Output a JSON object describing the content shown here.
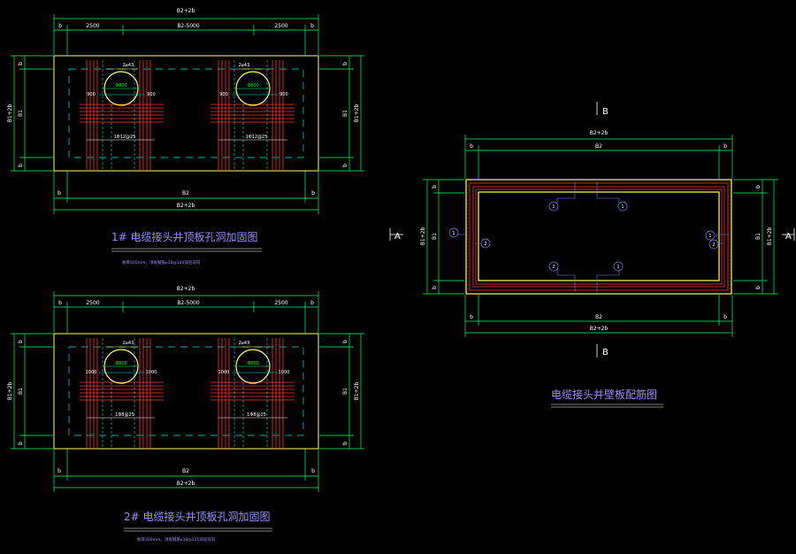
{
  "colors": {
    "background": "#000000",
    "outline": "#ffff66",
    "dimension": "#00ff66",
    "rebar": "#ff3333",
    "dash": "#00e5e5",
    "text": "#ffffff",
    "title": "#9a8cff",
    "circle_label": "#00ff00"
  },
  "plan1": {
    "total_width": "B2+2b",
    "b": "b",
    "seg_left": "2500",
    "seg_mid": "B2-5000",
    "seg_right": "2500",
    "bottom_width": "B2",
    "height_total": "B1+2b",
    "height_inner": "B1",
    "hole_dia": "Φ800",
    "hole_top_bar": "2⌀43",
    "side_left": "900",
    "side_right": "900",
    "stirrup": "1Φ12@25",
    "title": "1# 电缆接头井顶板孔洞加固图",
    "note": "板厚400mm，顶板钢筋⌀18@100双层双向"
  },
  "plan2": {
    "total_width": "B2+2b",
    "b": "b",
    "seg_left": "2500",
    "seg_mid": "B2-5000",
    "seg_right": "2500",
    "bottom_width": "B2",
    "height_total": "B1+2b",
    "height_inner": "B1",
    "hole_dia": "Φ800",
    "hole_top_bar": "2⌀43",
    "side_left": "1000",
    "side_right": "1000",
    "stirrup": "1Φ8@25",
    "title": "2# 电缆接头井顶板孔洞加固图",
    "note": "板厚300mm，顶板钢筋⌀18@125双层双向"
  },
  "section": {
    "mark_b": "B",
    "mark_a": "A",
    "total_width": "B2+2b",
    "b": "b",
    "inner_width": "B2",
    "height_total": "B1+2b",
    "height_inner": "B1",
    "bubble_1": "1",
    "bubble_2": "2",
    "title": "电缆接头井壁板配筋图"
  }
}
